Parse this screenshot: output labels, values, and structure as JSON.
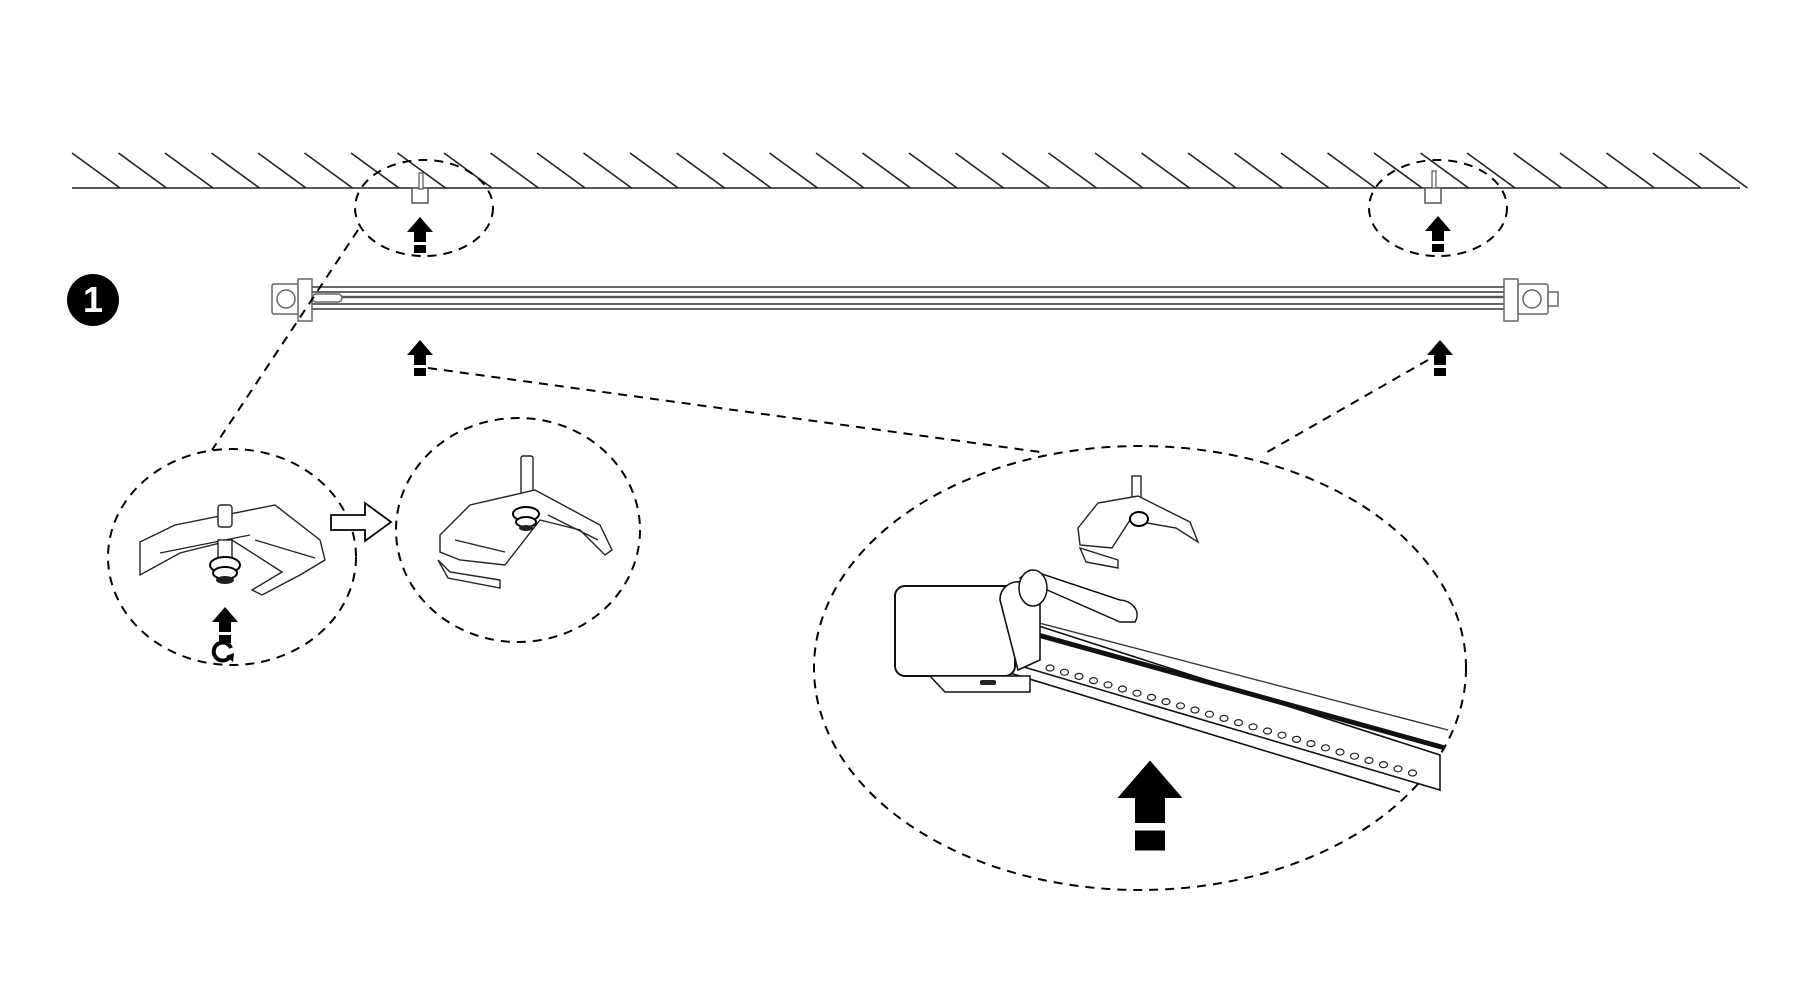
{
  "figure": {
    "type": "installation-instruction-diagram",
    "subject": "Linear LED fixture surface mounting with clips",
    "step_number": "1",
    "colors": {
      "line": "#000000",
      "rail": "#555555",
      "background": "#ffffff"
    },
    "callouts": [
      {
        "id": "ceiling-clip-left",
        "content": "clip screwed to ceiling, upward arrow"
      },
      {
        "id": "ceiling-clip-right",
        "content": "clip screwed to ceiling, upward arrow"
      },
      {
        "id": "detail-screw-insert",
        "content": "screw pushed up through clip with rotate symbol"
      },
      {
        "id": "detail-clip-assembled",
        "content": "clip with screw fastened"
      },
      {
        "id": "detail-fixture-snap",
        "content": "fixture end cap with connector pushed up into clip"
      }
    ],
    "icons": [
      "up-arrow-icon",
      "rotate-icon",
      "right-outline-arrow-icon"
    ]
  }
}
